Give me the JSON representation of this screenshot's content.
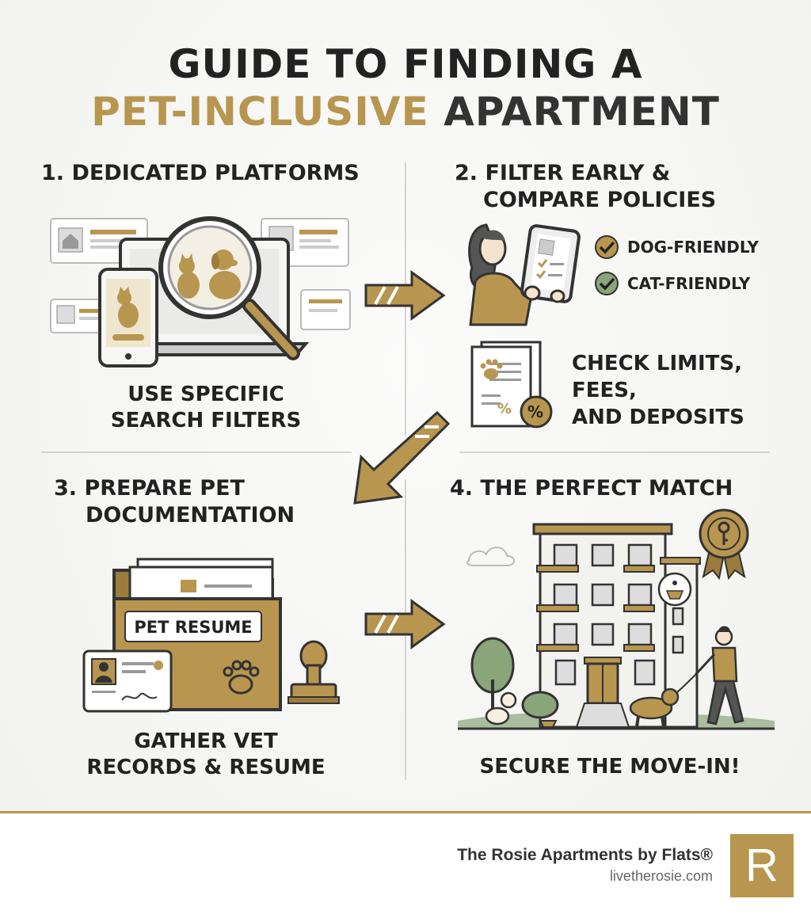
{
  "title": {
    "line1": "GUIDE TO FINDING A",
    "line2_accent": "PET-INCLUSIVE",
    "line2_rest": " APARTMENT"
  },
  "steps": [
    {
      "heading": "1. DEDICATED PLATFORMS",
      "caption_line1": "USE SPECIFIC",
      "caption_line2": "SEARCH FILTERS"
    },
    {
      "heading_line1": "2. FILTER EARLY &",
      "heading_line2": "COMPARE POLICIES",
      "checks": [
        "DOG-FRIENDLY",
        "CAT-FRIENDLY"
      ],
      "limits_line1": "CHECK LIMITS,",
      "limits_line2": "FEES,",
      "limits_line3": "AND DEPOSITS",
      "percent_symbol": "%"
    },
    {
      "heading_line1": "3. PREPARE PET",
      "heading_line2": "DOCUMENTATION",
      "folder_label": "PET RESUME",
      "caption_line1": "GATHER VET",
      "caption_line2": "RECORDS & RESUME"
    },
    {
      "heading": "4. THE PERFECT MATCH",
      "caption": "SECURE THE MOVE-IN!"
    }
  ],
  "footer": {
    "brand_name": "The Rosie Apartments by Flats®",
    "brand_url": "livetherosie.com",
    "logo_letter": "R"
  },
  "colors": {
    "accent": "#b8964f",
    "dark": "#333333",
    "check_dog": "#b8964f",
    "check_cat": "#8aa57a"
  }
}
